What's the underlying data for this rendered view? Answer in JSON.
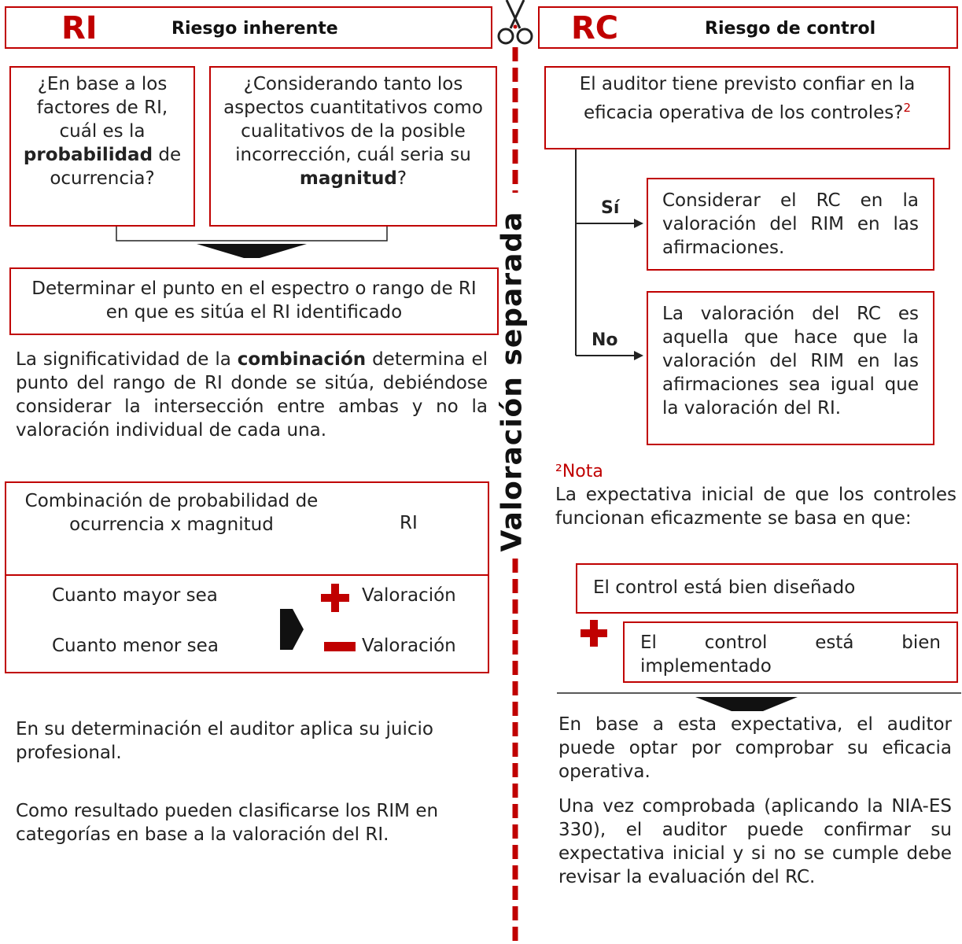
{
  "colors": {
    "accent": "#c00000",
    "text": "#222222",
    "black": "#000000"
  },
  "left": {
    "header": {
      "abbr": "RI",
      "title": "Riesgo inherente"
    },
    "q1": {
      "before": "¿En base a los factores de RI, cuál es la ",
      "bold": "probabilidad",
      "after": " de ocurrencia?"
    },
    "q2": {
      "before": "¿Considerando tanto los aspectos cuantitativos como cualitativos de la posible incorrección, cuál seria su ",
      "bold": "magnitud",
      "after": "?"
    },
    "determine": "Determinar el punto en el espectro o rango de RI en que es sitúa el RI identificado",
    "significance": {
      "before": "La significatividad de la ",
      "bold": "combinación",
      "after": " determina el punto del rango de RI donde se sitúa, debiéndose considerar la intersección entre ambas y no la valoración individual de cada una."
    },
    "table": {
      "head_left": "Combinación de probabilidad de  ocurrencia x magnitud",
      "head_right": "RI",
      "row1_left": "Cuanto mayor sea",
      "row1_right": "Valoración",
      "row2_left": "Cuanto menor sea",
      "row2_right": "Valoración",
      "row1_icon": "plus-icon",
      "row2_icon": "minus-icon"
    },
    "judgement": "En su determinación el auditor aplica su juicio profesional.",
    "result": "Como resultado pueden clasificarse los RIM  en categorías en base a la valoración del RI."
  },
  "divider": {
    "label": "Valoración separada",
    "icon": "scissors-icon"
  },
  "right": {
    "header": {
      "abbr": "RC",
      "title": "Riesgo de control"
    },
    "question": {
      "text": "El auditor tiene previsto confiar en la eficacia operativa de los controles?",
      "sup": "2"
    },
    "yes": {
      "label": "Sí",
      "text": "Considerar el RC en la valoración del RIM en las afirmaciones."
    },
    "no": {
      "label": "No",
      "text": "La valoración del RC es aquella que hace que la valoración del RIM en las afirmaciones sea igual que la valoración del RI."
    },
    "note": {
      "label": "²Nota",
      "text": "La expectativa inicial de que los controles funcionan eficazmente se basa en que:",
      "box1": "El control está bien diseñado",
      "box2": "El control está bien implementado",
      "icon": "plus-icon"
    },
    "expectation": "En base a esta expectativa, el auditor puede optar por  comprobar su eficacia operativa.",
    "confirmation": "Una vez comprobada (aplicando la NIA-ES 330), el auditor puede confirmar su expectativa inicial y si no se cumple debe revisar la evaluación del RC."
  }
}
